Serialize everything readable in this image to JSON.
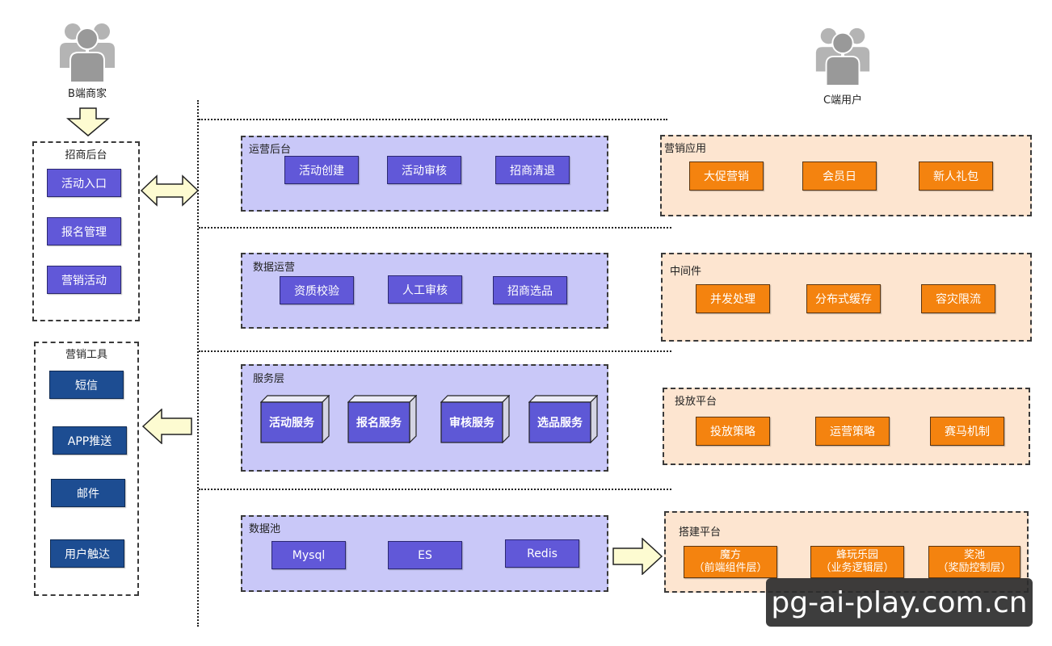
{
  "merchant": {
    "label": "B端商家",
    "icon": "user-group-icon"
  },
  "consumer": {
    "label": "C端用户",
    "icon": "user-group-icon"
  },
  "merchant_backend": {
    "title": "招商后台",
    "items": [
      "活动入口",
      "报名管理",
      "营销活动"
    ]
  },
  "marketing_tools": {
    "title": "营销工具",
    "items": [
      "短信",
      "APP推送",
      "邮件",
      "用户触达"
    ]
  },
  "ops_backend": {
    "title": "运营后台",
    "items": [
      "活动创建",
      "活动审核",
      "招商清退"
    ]
  },
  "data_ops": {
    "title": "数据运营",
    "items": [
      "资质校验",
      "人工审核",
      "招商选品"
    ]
  },
  "service_layer": {
    "title": "服务层",
    "items": [
      "活动服务",
      "报名服务",
      "审核服务",
      "选品服务"
    ]
  },
  "data_pool": {
    "title": "数据池",
    "items": [
      "Mysql",
      "ES",
      "Redis"
    ]
  },
  "marketing_apps": {
    "title": "营销应用",
    "items": [
      "大促营销",
      "会员日",
      "新人礼包"
    ]
  },
  "middleware": {
    "title": "中间件",
    "items": [
      "并发处理",
      "分布式缓存",
      "容灾限流"
    ]
  },
  "delivery_platform": {
    "title": "投放平台",
    "items": [
      "投放策略",
      "运营策略",
      "赛马机制"
    ]
  },
  "build_platform": {
    "title": "搭建平台",
    "items": [
      {
        "name": "魔方",
        "sub": "（前端组件层）"
      },
      {
        "name": "蜂玩乐园",
        "sub": "（业务逻辑层）"
      },
      {
        "name": "奖池",
        "sub": "（奖励控制层）"
      }
    ]
  },
  "arrows": [
    "down-arrow-icon",
    "double-arrow-icon",
    "left-arrow-icon",
    "right-arrow-icon"
  ],
  "watermark": "pg-ai-play.com.cn",
  "colors": {
    "purple_button": "#6158d8",
    "navy_button": "#1d4d92",
    "orange_button": "#f4830f",
    "lavender_panel": "#c9c8f8",
    "peach_panel": "#fde5d0",
    "arrow_fill": "#fdfbd1",
    "person_gray": "#a0a0a0"
  }
}
